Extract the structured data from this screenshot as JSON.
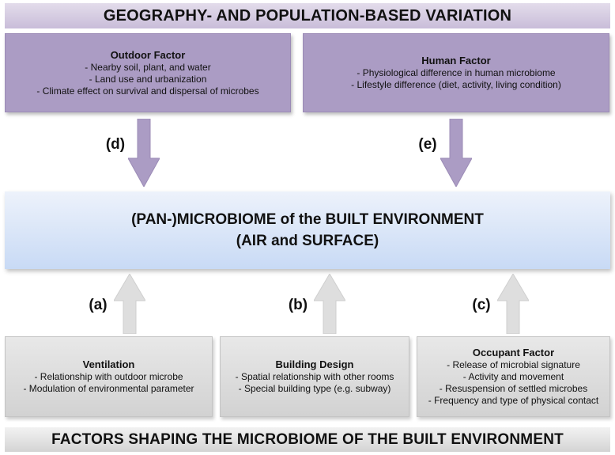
{
  "top_banner": "GEOGRAPHY- AND POPULATION-BASED VARIATION",
  "bottom_banner": "FACTORS SHAPING THE MICROBIOME OF THE BUILT ENVIRONMENT",
  "center": {
    "line1": "(PAN-)MICROBIOME of the BUILT ENVIRONMENT",
    "line2": "(AIR and SURFACE)"
  },
  "outdoor": {
    "title": "Outdoor Factor",
    "items": [
      "- Nearby soil, plant, and water",
      "- Land use and urbanization",
      "- Climate effect on survival and dispersal of microbes"
    ]
  },
  "human": {
    "title": "Human Factor",
    "items": [
      "- Physiological difference in human microbiome",
      "- Lifestyle difference (diet, activity, living condition)"
    ]
  },
  "ventilation": {
    "title": "Ventilation",
    "items": [
      "- Relationship with outdoor microbe",
      "- Modulation of environmental parameter"
    ]
  },
  "building": {
    "title": "Building Design",
    "items": [
      "- Spatial relationship with other rooms",
      "- Special building type (e.g. subway)"
    ]
  },
  "occupant": {
    "title": "Occupant Factor",
    "items": [
      "- Release of microbial signature",
      "- Activity and movement",
      "- Resuspension of settled microbes",
      "- Frequency and type of physical contact"
    ]
  },
  "arrow_labels": {
    "a": "(a)",
    "b": "(b)",
    "c": "(c)",
    "d": "(d)",
    "e": "(e)"
  },
  "colors": {
    "purple": "#ab9cc4",
    "grey": "#d6d6d6",
    "blue": "#c8daf5"
  }
}
